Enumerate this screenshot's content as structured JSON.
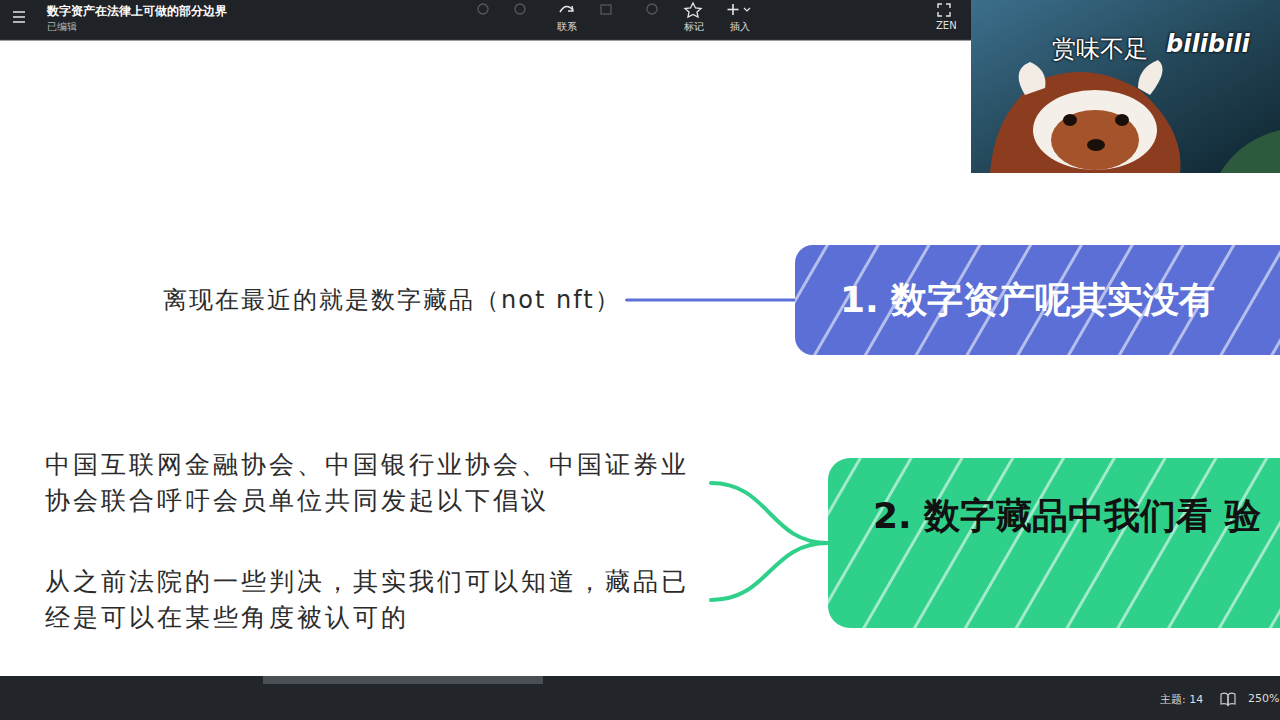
{
  "diagram": {
    "title": "数字资产在法律上可做的部分边界",
    "nodes": [
      {
        "text": [
          "1. 数字资产呢其实没有"
        ]
      },
      {
        "text": [
          "离现在最近的就是数字藏品（not nft）"
        ]
      },
      {
        "text": [
          "2. 数字藏品中我们看 验"
        ]
      },
      {
        "text": [
          "中国互联网金融协会、中国银行业协会、中国证券业协会联合呼吁会员单位共同发起以下倡议"
        ]
      },
      {
        "text": [
          "从之前法院的一些判决，其实我们可以知道，藏品已经是可以在某些角度被认可的"
        ]
      }
    ],
    "edges": [
      {
        "from": 0,
        "to": 1,
        "arrow": "none"
      },
      {
        "from": 2,
        "to": 3,
        "arrow": "none"
      },
      {
        "from": 2,
        "to": 4,
        "arrow": "none"
      }
    ],
    "labels": [
      "已编辑",
      "联系",
      "标记",
      "插入",
      "ZEN",
      "赏味不足",
      "bilibili",
      "主题: 14",
      "250%"
    ]
  }
}
